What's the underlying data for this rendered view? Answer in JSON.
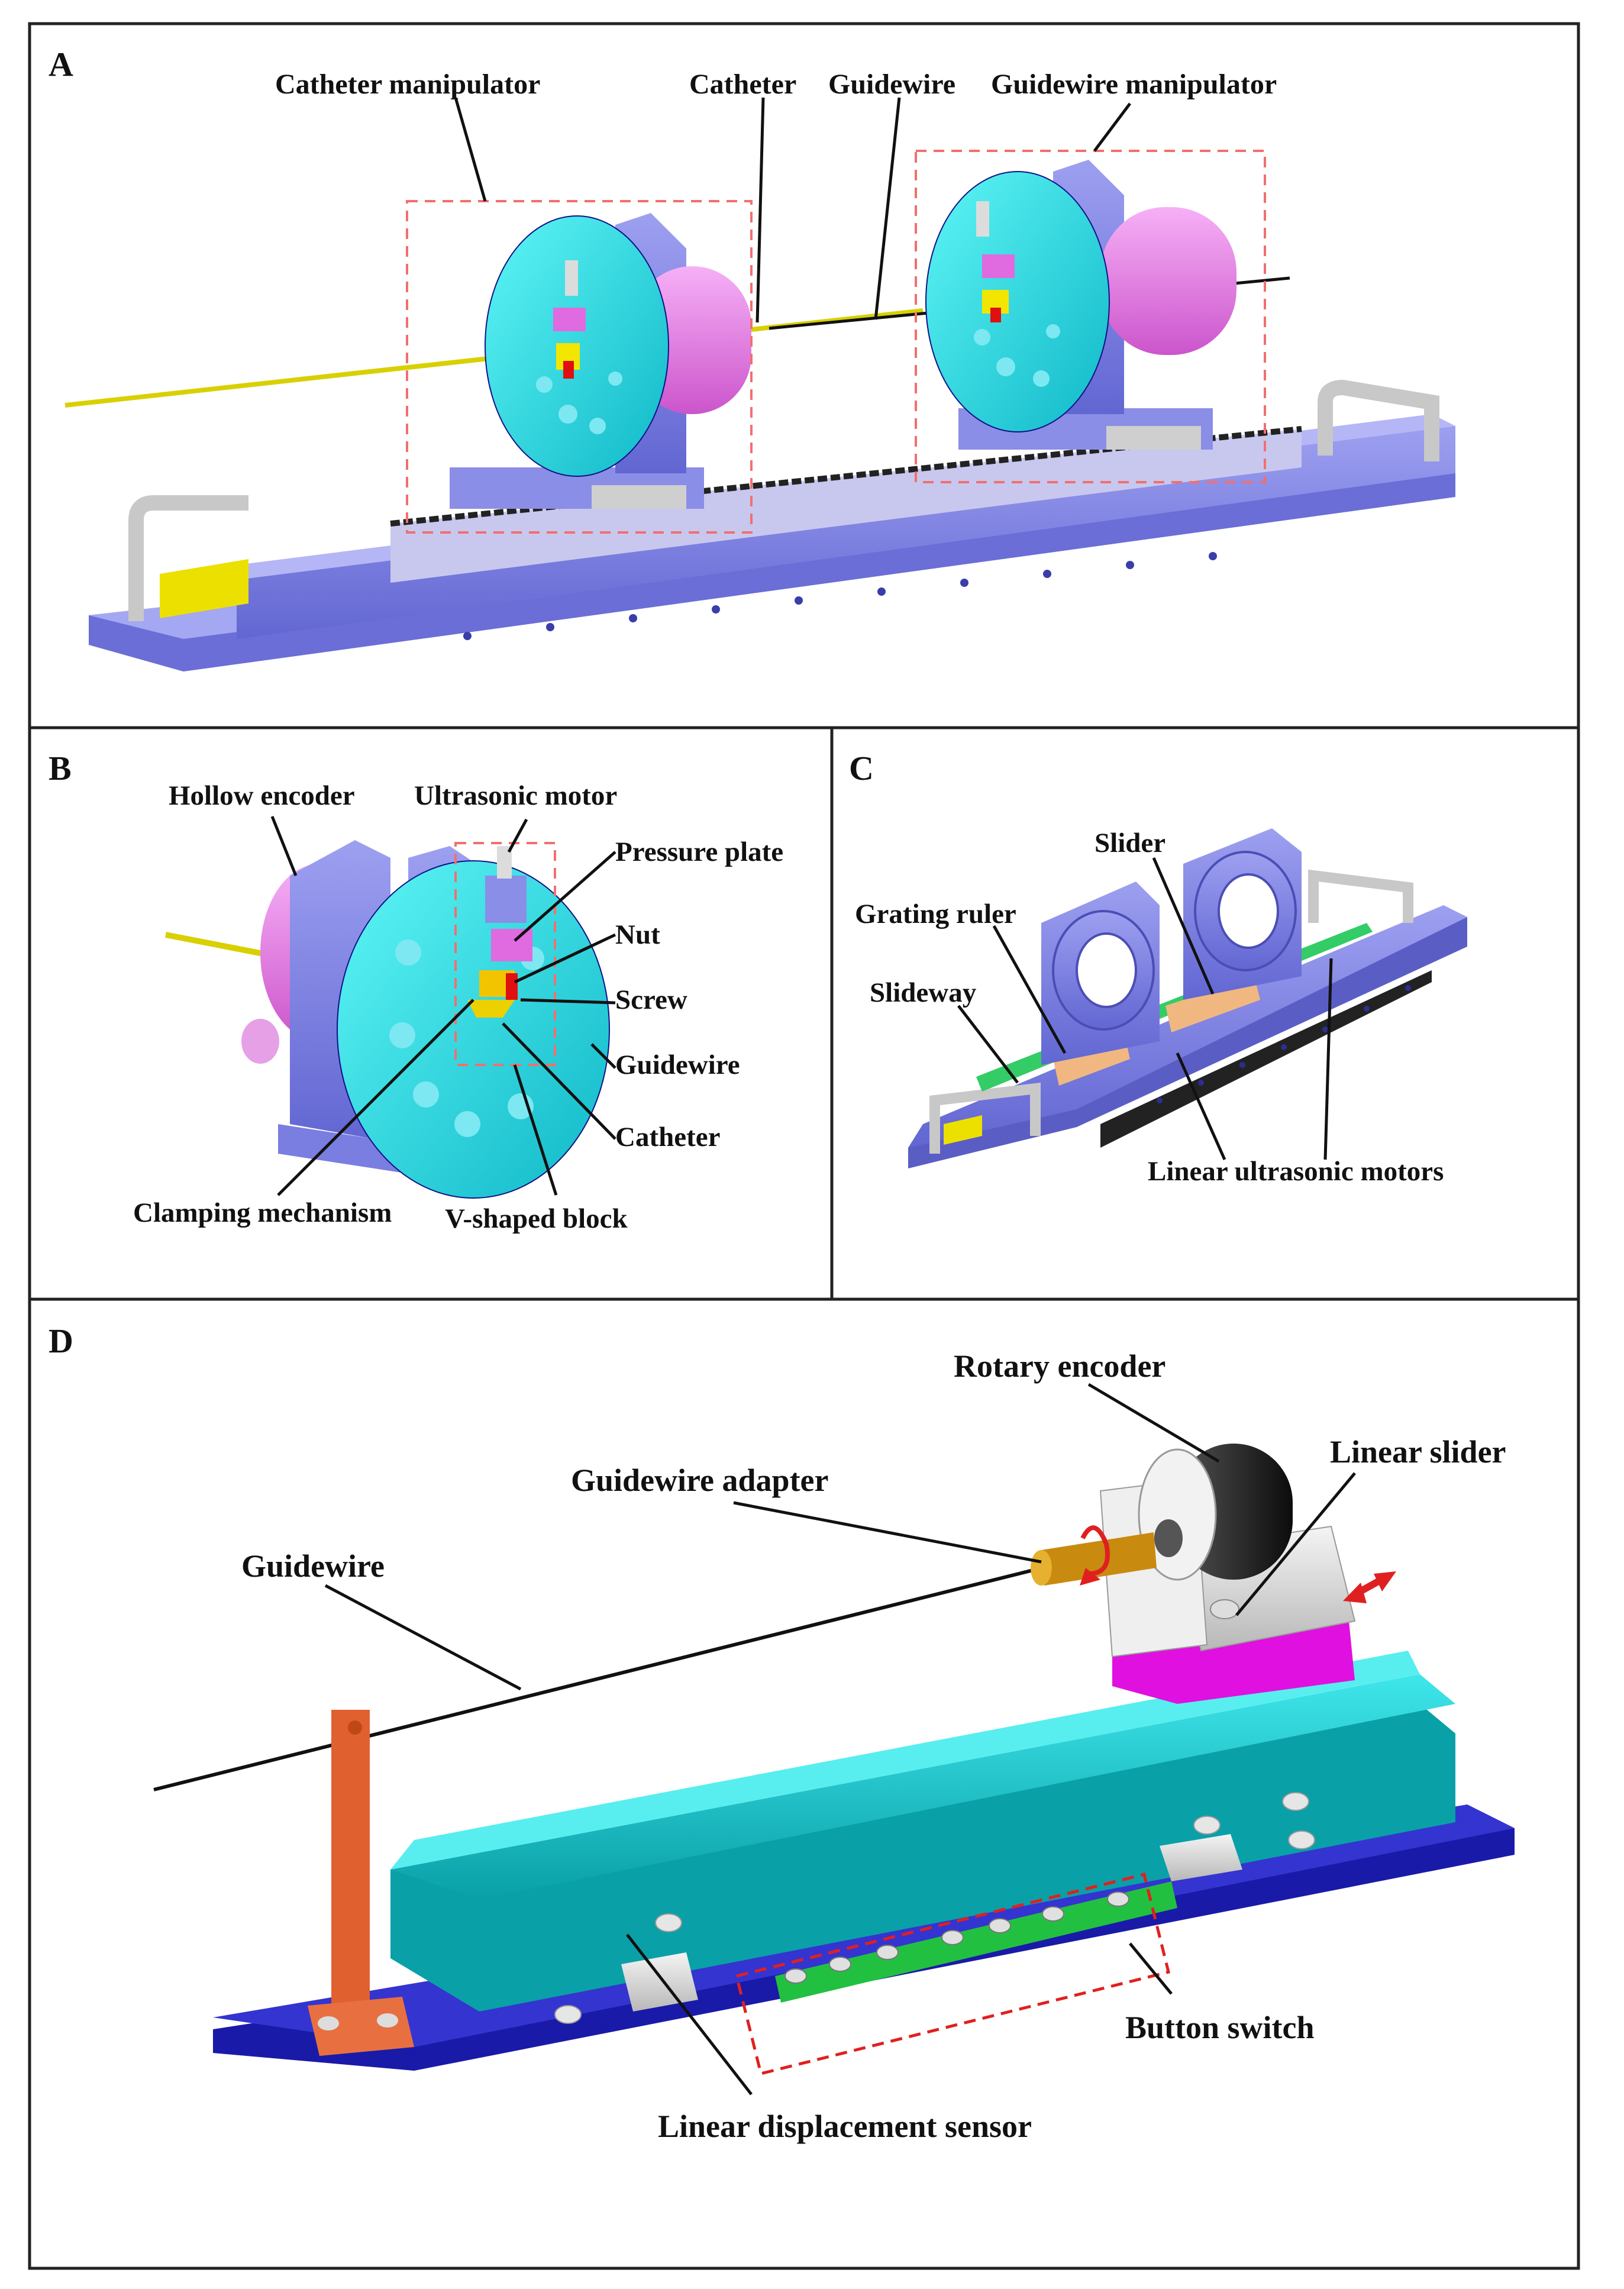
{
  "panels": {
    "A": {
      "letter": "A",
      "labels": {
        "catheter_manipulator": "Catheter manipulator",
        "catheter": "Catheter",
        "guidewire": "Guidewire",
        "guidewire_manipulator": "Guidewire manipulator"
      }
    },
    "B": {
      "letter": "B",
      "labels": {
        "hollow_encoder": "Hollow encoder",
        "ultrasonic_motor": "Ultrasonic motor",
        "pressure_plate": "Pressure plate",
        "nut": "Nut",
        "screw": "Screw",
        "guidewire": "Guidewire",
        "catheter": "Catheter",
        "clamping_mechanism": "Clamping mechanism",
        "v_shaped_block": "V-shaped block"
      }
    },
    "C": {
      "letter": "C",
      "labels": {
        "slider": "Slider",
        "grating_ruler": "Grating ruler",
        "slideway": "Slideway",
        "linear_ultrasonic_motors": "Linear ultrasonic motors"
      }
    },
    "D": {
      "letter": "D",
      "labels": {
        "rotary_encoder": "Rotary encoder",
        "linear_slider": "Linear slider",
        "guidewire_adapter": "Guidewire adapter",
        "guidewire": "Guidewire",
        "button_switch": "Button switch",
        "linear_displacement_sensor": "Linear displacement sensor"
      }
    }
  },
  "colors": {
    "frame_purple": "#7b7fe0",
    "frame_purple_dark": "#5a5ec4",
    "disc_cyan": "#22e0e0",
    "motor_pink": "#ee88ee",
    "clamp_yellow": "#f2e600",
    "clamp_red": "#e01010",
    "rail_teal": "#1fc8c8",
    "base_blue": "#2a2ac8",
    "post_orange": "#e06030",
    "slider_magenta": "#e010e0",
    "encoder_black": "#1a1a1a",
    "pcb_green": "#22c040",
    "arrow_red": "#e02020"
  }
}
